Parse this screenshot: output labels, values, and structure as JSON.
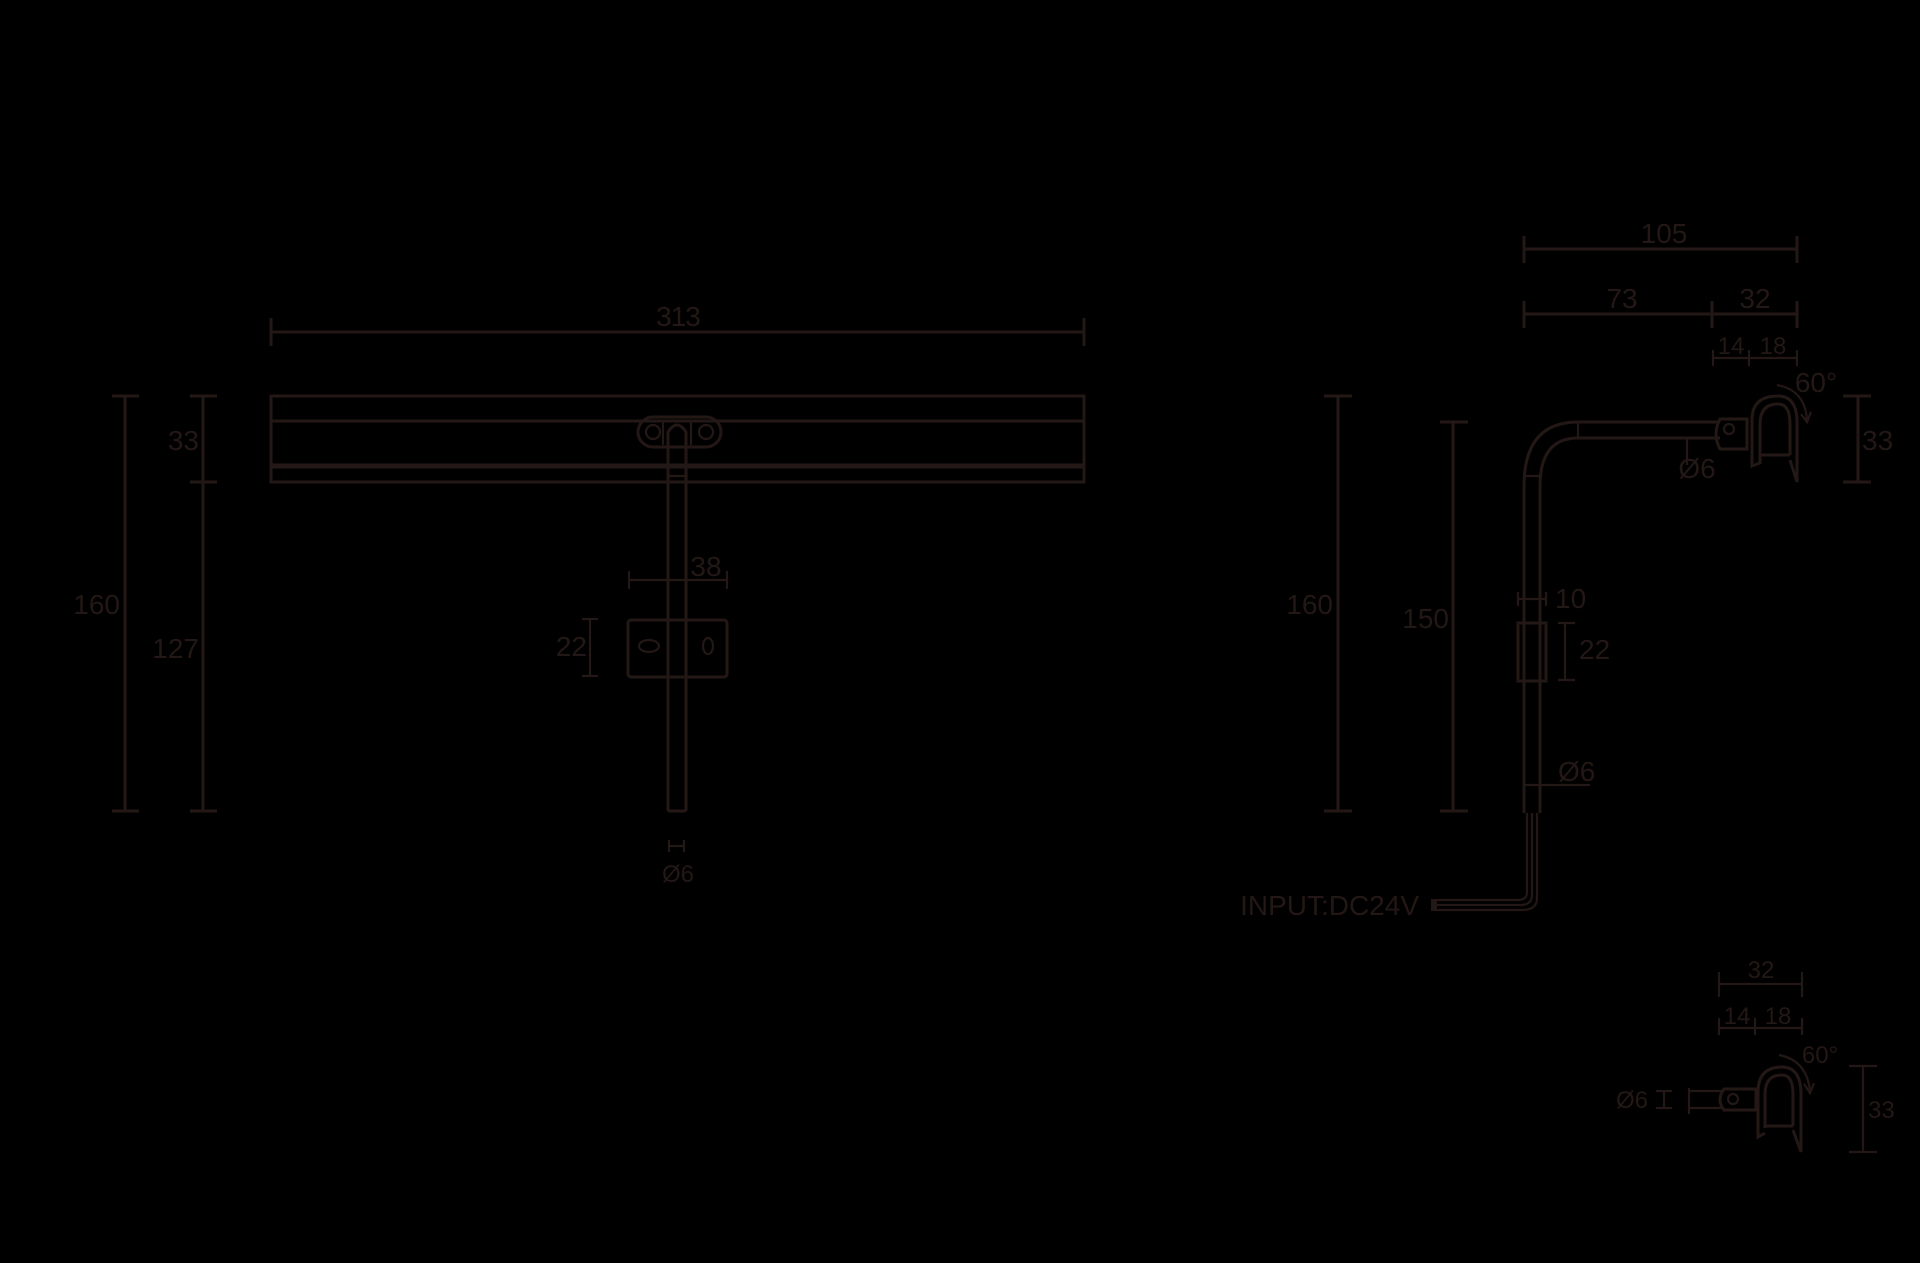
{
  "drawing": {
    "background": "#000000",
    "line_color": "#231815",
    "front_view": {
      "overall_width": "313",
      "overall_height": "160",
      "head_height": "33",
      "arm_height": "127",
      "bracket_width": "38",
      "bracket_height": "22",
      "stem_diameter": "Ø6"
    },
    "side_view": {
      "overall_height": "160",
      "arm_height": "150",
      "overall_depth": "105",
      "arm_depth": "73",
      "head_depth": "32",
      "head_split_a": "14",
      "head_split_b": "18",
      "tilt_angle": "60°",
      "head_height": "33",
      "arm_diameter": "Ø6",
      "bracket_thickness": "10",
      "bracket_height": "22",
      "stem_diameter": "Ø6",
      "input_label": "INPUT:DC24V"
    },
    "detail_view": {
      "head_depth": "32",
      "head_split_a": "14",
      "head_split_b": "18",
      "tilt_angle": "60°",
      "head_height": "33",
      "arm_diameter": "Ø6"
    }
  }
}
